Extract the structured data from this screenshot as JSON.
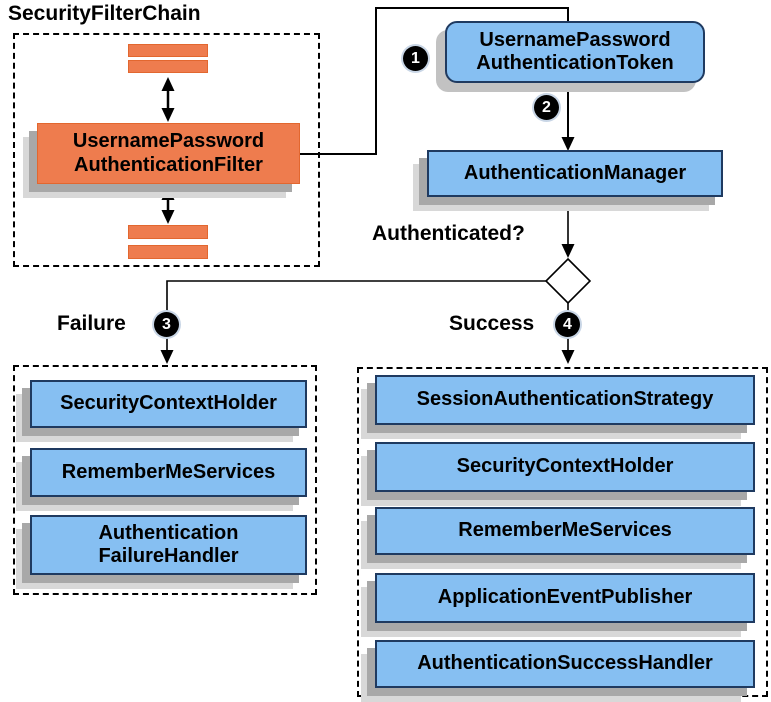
{
  "title": "SecurityFilterChain",
  "colors": {
    "orange": "#ee7c4e",
    "orange_border": "#e2672f",
    "blue": "#86bff2",
    "blue_border": "#1f3a60",
    "shadow_dark": "#a8a8a8",
    "shadow_light": "#d8d8d8",
    "line": "#000000"
  },
  "filter_chain": {
    "filter_label": "UsernamePassword\nAuthenticationFilter"
  },
  "flow": {
    "token_label": "UsernamePassword\nAuthenticationToken",
    "manager_label": "AuthenticationManager",
    "decision_label": "Authenticated?"
  },
  "steps": {
    "s1": "1",
    "s2": "2",
    "s3": "3",
    "s4": "4"
  },
  "failure": {
    "label": "Failure",
    "items": [
      "SecurityContextHolder",
      "RememberMeServices",
      "Authentication\nFailureHandler"
    ]
  },
  "success": {
    "label": "Success",
    "items": [
      "SessionAuthenticationStrategy",
      "SecurityContextHolder",
      "RememberMeServices",
      "ApplicationEventPublisher",
      "AuthenticationSuccessHandler"
    ]
  }
}
